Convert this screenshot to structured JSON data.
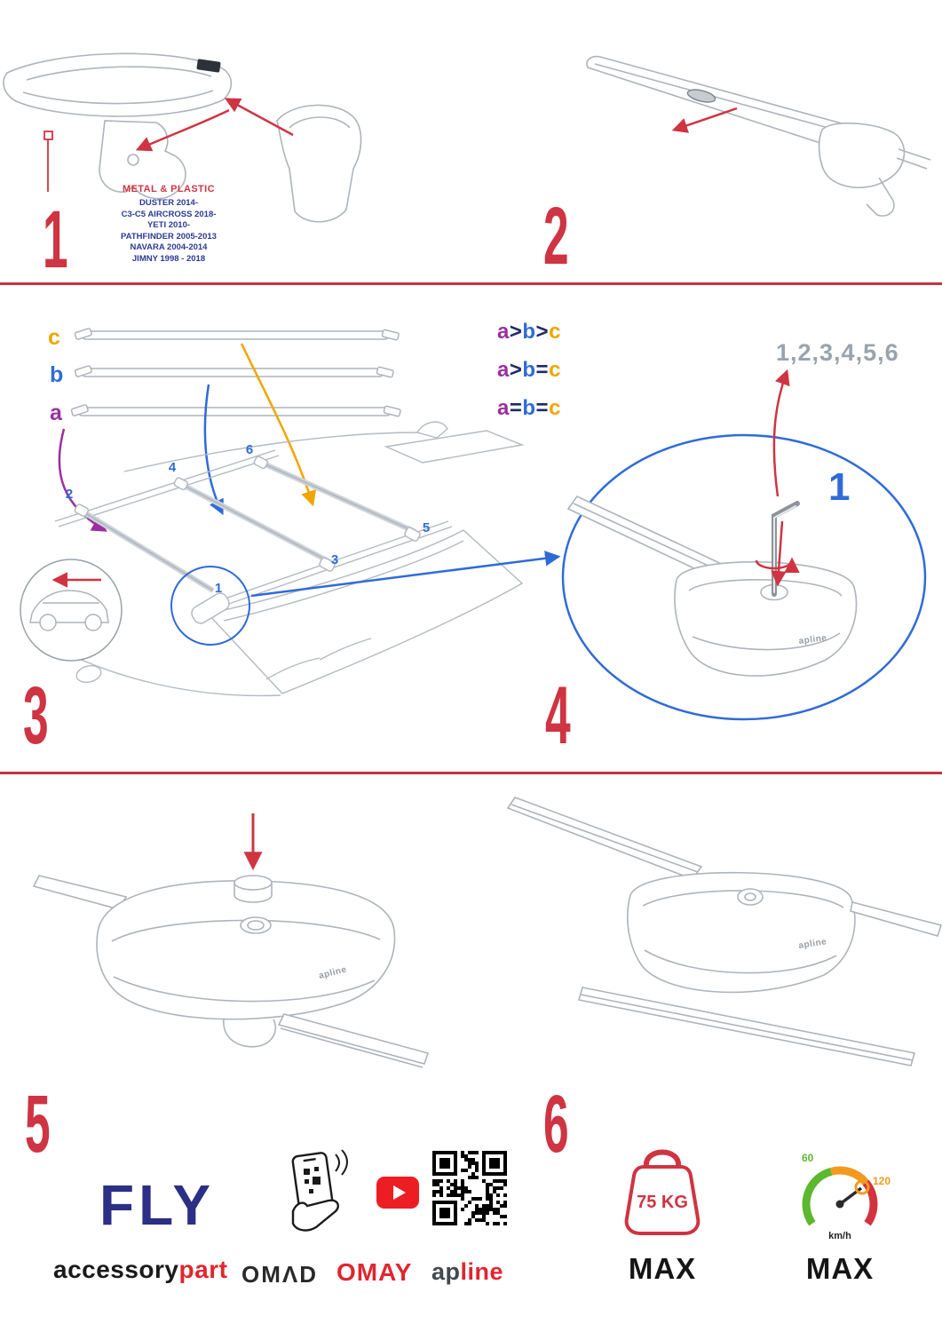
{
  "steps": {
    "s1": "1",
    "s2": "2",
    "s3": "3",
    "s4": "4",
    "s5": "5",
    "s6": "6"
  },
  "step1": {
    "material_label": "METAL & PLASTIC",
    "models": [
      "DUSTER 2014-",
      "C3-C5 AIRCROSS 2018-",
      "YETI 2010-",
      "PATHFINDER 2005-2013",
      "NAVARA 2004-2014",
      "JIMNY 1998 - 2018"
    ]
  },
  "step3": {
    "bar_labels": {
      "c": "c",
      "b": "b",
      "a": "a"
    },
    "formulas": [
      {
        "a": "a",
        "op1": ">",
        "b": "b",
        "op2": ">",
        "c": "c"
      },
      {
        "a": "a",
        "op1": ">",
        "b": "b",
        "op2": "=",
        "c": "c"
      },
      {
        "a": "a",
        "op1": "=",
        "b": "b",
        "op2": "=",
        "c": "c"
      }
    ],
    "positions": {
      "n1": "1",
      "n2": "2",
      "n3": "3",
      "n4": "4",
      "n5": "5",
      "n6": "6"
    }
  },
  "step4": {
    "sequence": "1,2,3,4,5,6",
    "callout": "1",
    "foot_logo": "apline"
  },
  "step5": {
    "foot_logo": "apline"
  },
  "step6": {
    "foot_logo": "apline"
  },
  "footer": {
    "brand": "FLY",
    "accessory": "accessory",
    "part": "part",
    "omad": "OMΛD",
    "omay": "OMAY",
    "apline_ap": "ap",
    "apline_line": "line"
  },
  "badges": {
    "weight_value": "75 KG",
    "weight_max": "MAX",
    "speed_low": "60",
    "speed_high": "120",
    "speed_unit": "km/h",
    "speed_max": "MAX"
  },
  "colors": {
    "accent_red": "#cf3442",
    "accent_blue": "#2f6bd8",
    "purple": "#9b2fa0",
    "orange": "#f0a500",
    "navy": "#2b2f85",
    "gray": "#9aa3ad"
  }
}
